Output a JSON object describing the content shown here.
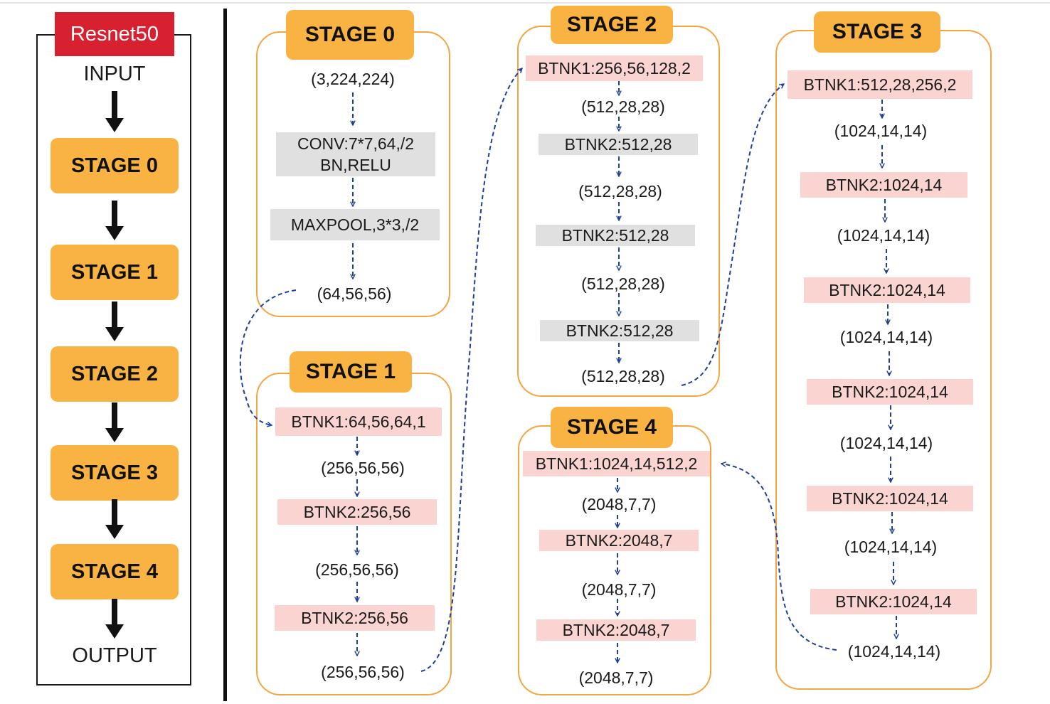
{
  "overview": {
    "title": "Resnet50",
    "input": "INPUT",
    "output": "OUTPUT",
    "stages": [
      "STAGE 0",
      "STAGE 1",
      "STAGE 2",
      "STAGE 3",
      "STAGE 4"
    ]
  },
  "stage0": {
    "title": "STAGE 0",
    "input_shape": "(3,224,224)",
    "conv_line1": "CONV:7*7,64,/2",
    "conv_line2": "BN,RELU",
    "maxpool": "MAXPOOL,3*3,/2",
    "output_shape": "(64,56,56)"
  },
  "stage1": {
    "title": "STAGE 1",
    "items": [
      "BTNK1:64,56,64,1",
      "(256,56,56)",
      "BTNK2:256,56",
      "(256,56,56)",
      "BTNK2:256,56",
      "(256,56,56)"
    ]
  },
  "stage2": {
    "title": "STAGE 2",
    "items": [
      "BTNK1:256,56,128,2",
      "(512,28,28)",
      "BTNK2:512,28",
      "(512,28,28)",
      "BTNK2:512,28",
      "(512,28,28)",
      "BTNK2:512,28",
      "(512,28,28)"
    ]
  },
  "stage3": {
    "title": "STAGE 3",
    "items": [
      "BTNK1:512,28,256,2",
      "(1024,14,14)",
      "BTNK2:1024,14",
      "(1024,14,14)",
      "BTNK2:1024,14",
      "(1024,14,14)",
      "BTNK2:1024,14",
      "(1024,14,14)",
      "BTNK2:1024,14",
      "(1024,14,14)",
      "BTNK2:1024,14",
      "(1024,14,14)"
    ]
  },
  "stage4": {
    "title": "STAGE 4",
    "items": [
      "BTNK1:1024,14,512,2",
      "(2048,7,7)",
      "BTNK2:2048,7",
      "(2048,7,7)",
      "BTNK2:2048,7",
      "(2048,7,7)"
    ]
  },
  "colors": {
    "stage_fill": "#f9b343",
    "stage_border": "#f5a540",
    "btnk1_fill": "#f9d4d0",
    "btnk2_stage1_3_4_fill": "#f9d4d0",
    "btnk2_stage2_fill": "#e0e0e0",
    "stem_fill": "#e0e0e0",
    "connector_color": "#1f3f99",
    "title_badge": "#d72030"
  }
}
